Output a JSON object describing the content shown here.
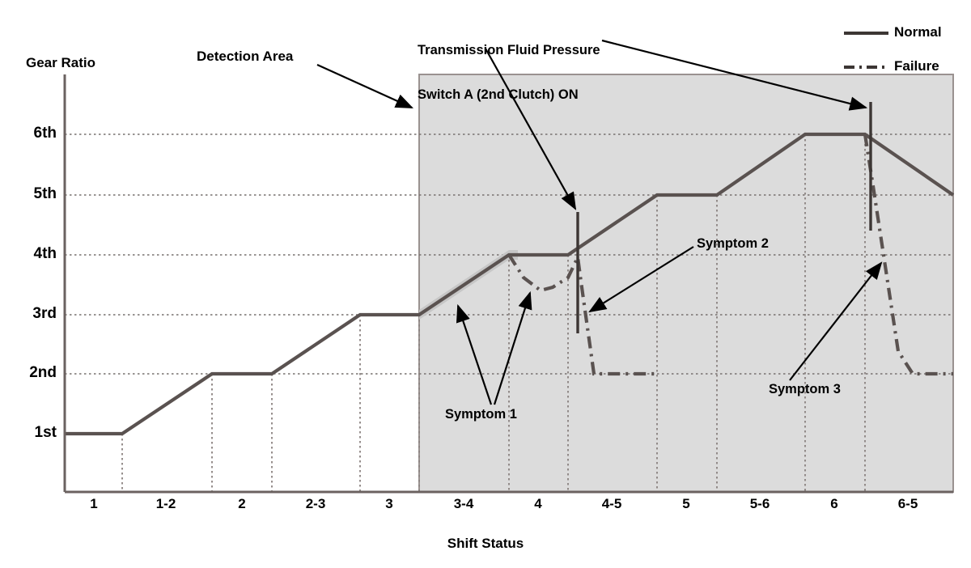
{
  "chart_data": {
    "type": "line",
    "title": "",
    "xlabel": "Shift Status",
    "ylabel": "Gear Ratio",
    "grid": true,
    "legend_position": "top-right",
    "x_categories": [
      "1",
      "1-2",
      "2",
      "2-3",
      "3",
      "3-4",
      "4",
      "4-5",
      "5",
      "5-6",
      "6",
      "6-5"
    ],
    "y_categories": [
      "1st",
      "2nd",
      "3rd",
      "4th",
      "5th",
      "6th"
    ],
    "ylim": [
      0.4,
      6.9
    ],
    "series": [
      {
        "name": "Normal",
        "style": "solid",
        "color": "#5a5250",
        "points": [
          {
            "x": "1",
            "y": "1st"
          },
          {
            "x": "1-2",
            "y": "1st"
          },
          {
            "x": "2",
            "y": "2nd"
          },
          {
            "x": "2-3",
            "y": "2nd"
          },
          {
            "x": "3",
            "y": "3rd"
          },
          {
            "x": "3-4",
            "y": "3rd"
          },
          {
            "x": "4",
            "y": "4th"
          },
          {
            "x": "4-5",
            "y": "4th"
          },
          {
            "x": "5",
            "y": "5th"
          },
          {
            "x": "5-6",
            "y": "5th"
          },
          {
            "x": "6",
            "y": "6th"
          },
          {
            "x": "6-5",
            "y": "6th"
          },
          {
            "x": "end",
            "y": "5th"
          }
        ]
      },
      {
        "name": "Failure",
        "style": "dash-dot",
        "color": "#5a5250",
        "points": [
          {
            "x": "3-4",
            "y": "3rd"
          },
          {
            "x": "4",
            "y": "4th"
          },
          {
            "x": "4-dip",
            "y": "3.4"
          },
          {
            "x": "4-recover",
            "y": "3.6"
          },
          {
            "x": "4-5",
            "y": "4th"
          },
          {
            "x": "4-5-drop",
            "y": "3rd"
          },
          {
            "x": "4-5-end",
            "y": "2nd"
          },
          {
            "x": "5",
            "y": "2nd"
          },
          {
            "x": "6-5",
            "y": "6th"
          },
          {
            "x": "6-5-drop",
            "y": "2nd"
          },
          {
            "x": "end",
            "y": "2nd"
          }
        ]
      }
    ],
    "annotations": [
      {
        "name": "detection-area",
        "label": "Detection Area",
        "target": "shaded region starting at shift status 3-4"
      },
      {
        "name": "tfp-switch",
        "label": "Transmission Fluid Pressure\nSwitch A (2nd Clutch) ON",
        "target": "vertical markers at 4-5 and 6-5"
      },
      {
        "name": "symptom-1",
        "label": "Symptom 1",
        "target": "3-4 to 4 failure deviation"
      },
      {
        "name": "symptom-2",
        "label": "Symptom 2",
        "target": "4-5 drop to 2nd"
      },
      {
        "name": "symptom-3",
        "label": "Symptom 3",
        "target": "6-5 drop to 2nd"
      }
    ],
    "shaded_region": {
      "label": "Detection Area",
      "from": "3-4",
      "to": "end",
      "color": "#dcdcdc"
    }
  },
  "axes": {
    "y_title": "Gear Ratio",
    "x_title": "Shift Status",
    "y_ticks": [
      "6th",
      "5th",
      "4th",
      "3rd",
      "2nd",
      "1st"
    ],
    "x_ticks": [
      "1",
      "1-2",
      "2",
      "2-3",
      "3",
      "3-4",
      "4",
      "4-5",
      "5",
      "5-6",
      "6",
      "6-5"
    ]
  },
  "legend": {
    "items": [
      {
        "label": "Normal",
        "style": "solid"
      },
      {
        "label": "Failure",
        "style": "dash-dot"
      }
    ]
  },
  "annotations": {
    "detection_area": "Detection Area",
    "tfp_line1": "Transmission Fluid Pressure",
    "tfp_line2": "Switch A (2nd Clutch) ON",
    "symptom1": "Symptom 1",
    "symptom2": "Symptom 2",
    "symptom3": "Symptom 3"
  },
  "colors": {
    "line": "#5a5250",
    "axis": "#6b6260",
    "grid": "#8a8280",
    "shade": "#dcdcdc",
    "highlight": "#c9c9c9",
    "text": "#000000"
  }
}
